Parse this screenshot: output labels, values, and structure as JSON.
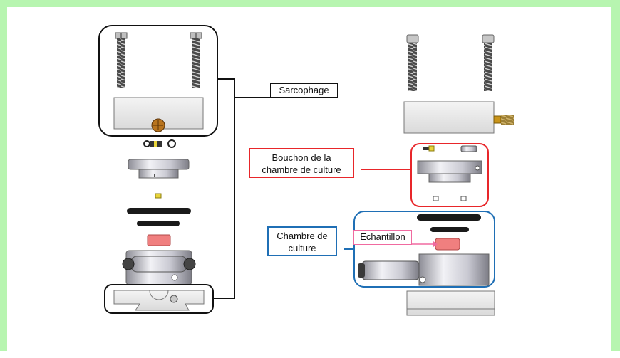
{
  "labels": {
    "sarcophage": "Sarcophage",
    "bouchon_line1": "Bouchon de la",
    "bouchon_line2": "chambre de culture",
    "chambre_line1": "Chambre de",
    "chambre_line2": "culture",
    "echantillon": "Echantillon"
  },
  "colors": {
    "background_border": "#b7f5b0",
    "bouchon_outline": "#e8262a",
    "chambre_outline": "#1f6fb5",
    "echantillon_outline": "#f06aa0",
    "sample_red": "#f07f7f",
    "gold_fitting": "#d4a32a"
  }
}
